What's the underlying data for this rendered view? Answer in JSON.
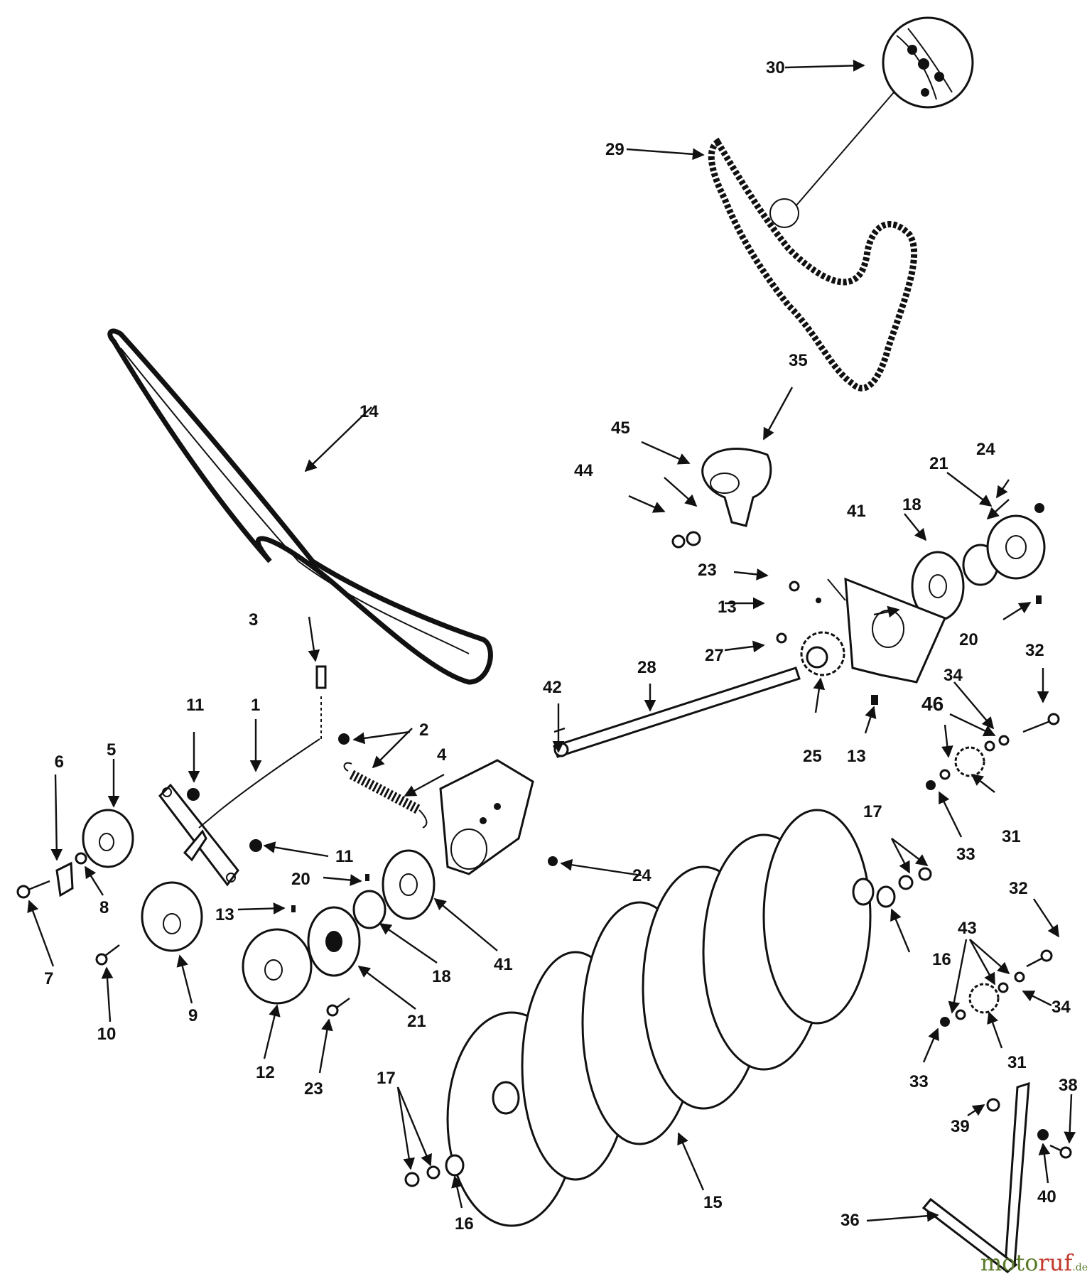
{
  "callouts": {
    "c1": "1",
    "c2": "2",
    "c3": "3",
    "c4": "4",
    "c5": "5",
    "c6": "6",
    "c7": "7",
    "c8": "8",
    "c9": "9",
    "c10": "10",
    "c11a": "11",
    "c11b": "11",
    "c12": "12",
    "c13a": "13",
    "c13b": "13",
    "c13c": "13",
    "c14": "14",
    "c15": "15",
    "c16a": "16",
    "c16b": "16",
    "c17a": "17",
    "c17b": "17",
    "c18a": "18",
    "c18b": "18",
    "c20a": "20",
    "c20b": "20",
    "c21a": "21",
    "c21b": "21",
    "c23a": "23",
    "c23b": "23",
    "c24a": "24",
    "c24b": "24",
    "c25": "25",
    "c27": "27",
    "c28": "28",
    "c29": "29",
    "c30": "30",
    "c31a": "31",
    "c31b": "31",
    "c32a": "32",
    "c32b": "32",
    "c33a": "33",
    "c33b": "33",
    "c34a": "34",
    "c34b": "34",
    "c35": "35",
    "c36": "36",
    "c38": "38",
    "c39": "39",
    "c40": "40",
    "c41a": "41",
    "c41b": "41",
    "c42": "42",
    "c43": "43",
    "c44": "44",
    "c45": "45",
    "c46": "46"
  },
  "watermark": {
    "brand_a": "moto",
    "brand_b": "ruf",
    "tld": ".de"
  },
  "colors": {
    "ink": "#111111",
    "paper": "#ffffff",
    "wm_green": "#5a7a2a",
    "wm_red": "#c0392b"
  }
}
